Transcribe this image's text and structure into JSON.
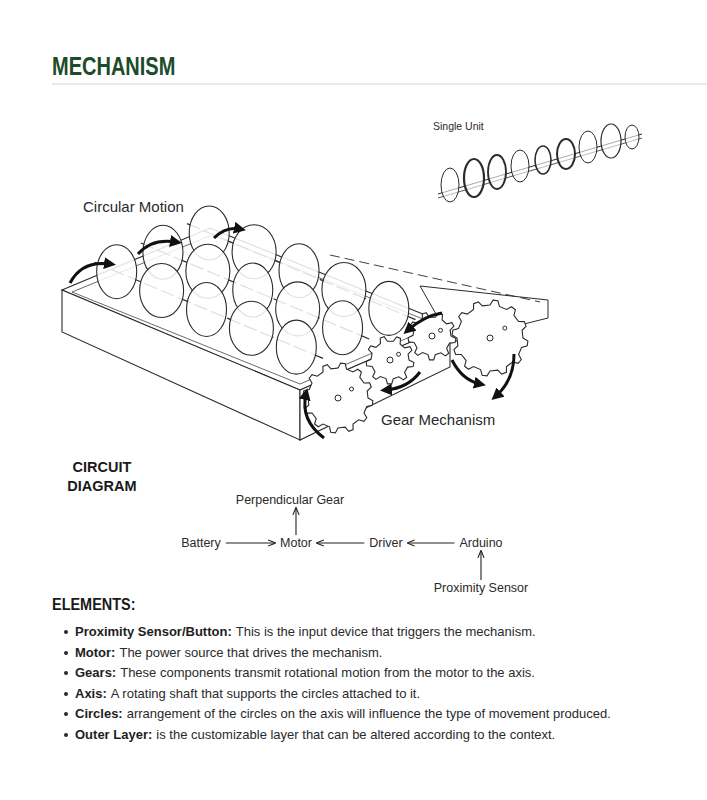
{
  "diagram": {
    "title": "MECHANISM",
    "nodes": [
      {
        "text": [
          "Perpendicular Gear"
        ]
      },
      {
        "text": [
          "Battery"
        ]
      },
      {
        "text": [
          "Motor"
        ]
      },
      {
        "text": [
          "Driver"
        ]
      },
      {
        "text": [
          "Arduino"
        ]
      },
      {
        "text": [
          "Proximity Sensor"
        ]
      }
    ],
    "edges": [
      {
        "from": 1,
        "to": 2,
        "arrow": "to"
      },
      {
        "from": 3,
        "to": 2,
        "arrow": "to"
      },
      {
        "from": 2,
        "to": 0,
        "arrow": "to"
      },
      {
        "from": 4,
        "to": 3,
        "arrow": "to"
      },
      {
        "from": 5,
        "to": 4,
        "arrow": "to"
      }
    ],
    "labels": [
      "Single Unit",
      "Circular Motion",
      "Gear Mechanism",
      "CIRCUIT DIAGRAM",
      "ELEMENTS:",
      "Proximity Sensor/Button:",
      "This is the input device that triggers the mechanism.",
      "Motor:",
      "The power source that drives the mechanism.",
      "Gears:",
      "These components transmit rotational motion from the motor to the axis.",
      "Axis:",
      "A rotating shaft that supports the circles attached to it.",
      "Circles:",
      "arrangement of the circles on the axis will influence the type of movement produced.",
      "Outer Layer:",
      "is the customizable layer that can be altered according to the context."
    ]
  }
}
